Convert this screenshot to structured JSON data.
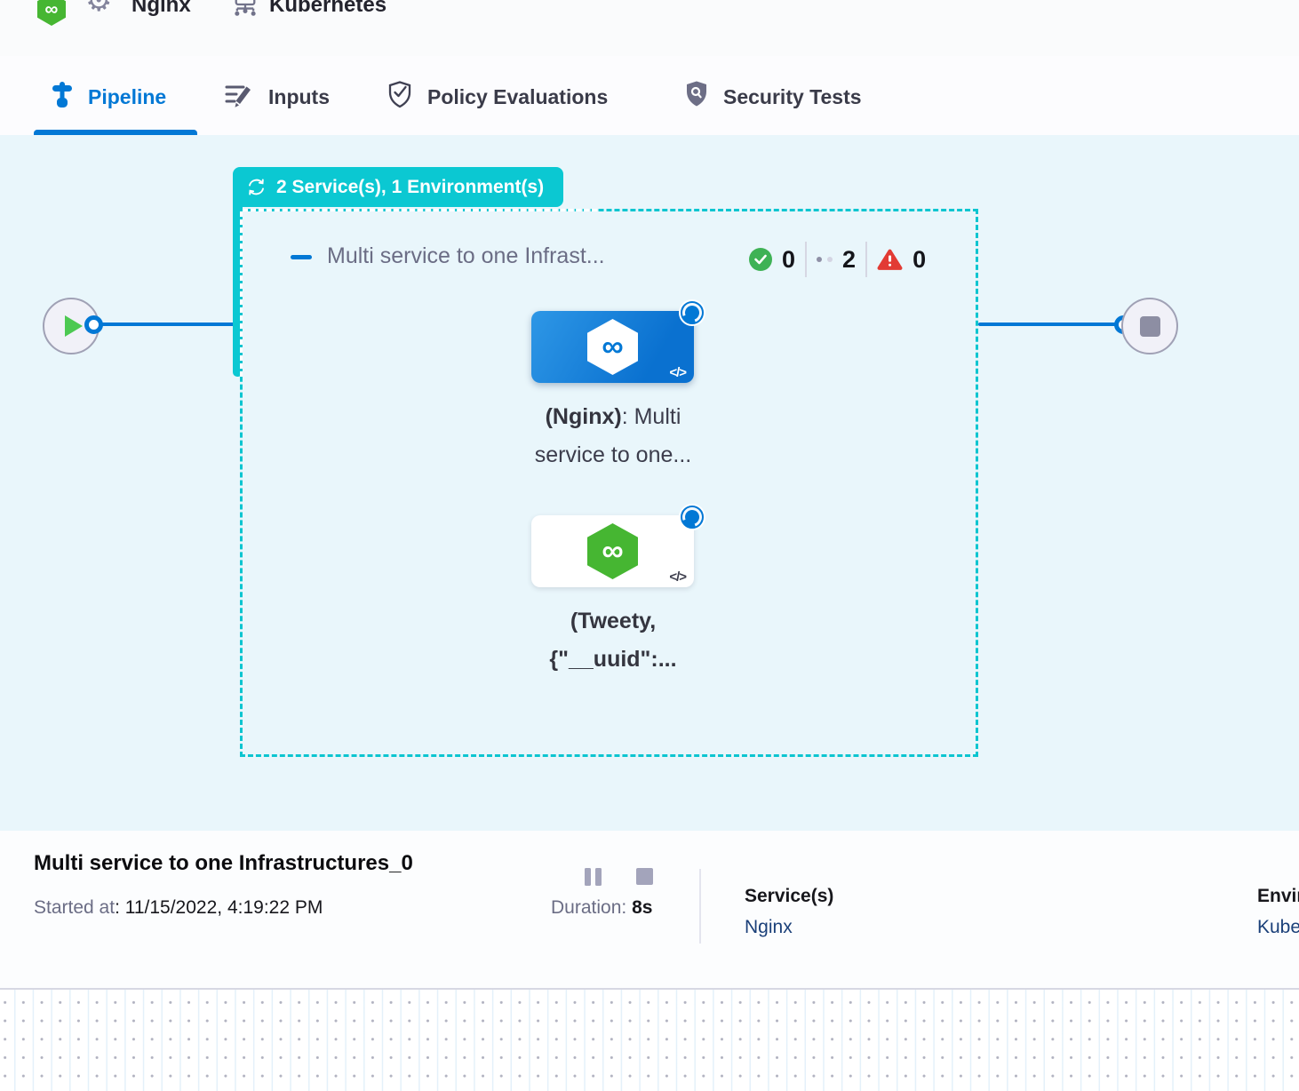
{
  "colors": {
    "accent_blue": "#0278d5",
    "teal": "#0bc8d2",
    "success_green": "#3eb255",
    "error_red": "#e23b34",
    "link_navy": "#1b4079",
    "canvas_bg": "#e9f6fb"
  },
  "icons": {
    "infinity": "∞",
    "gear": "⚙",
    "code": "</>"
  },
  "header": {
    "pipeline_name": "Nginx",
    "environment_name": "Kubernetes"
  },
  "tabs": [
    {
      "label": "Pipeline",
      "active": true
    },
    {
      "label": "Inputs",
      "active": false
    },
    {
      "label": "Policy Evaluations",
      "active": false
    },
    {
      "label": "Security Tests",
      "active": false
    }
  ],
  "canvas": {
    "group_badge": "2 Service(s), 1 Environment(s)",
    "stage": {
      "title": "Multi service to one Infrast...",
      "success_count": "0",
      "running_count": "2",
      "error_count": "0"
    },
    "nodes": [
      {
        "label_bold": "(Nginx)",
        "label_rest": ": Multi",
        "label_line2": "service to one..."
      },
      {
        "label_bold": "(Tweety,",
        "label_line2": "{\"__uuid\":..."
      }
    ]
  },
  "footer": {
    "title": "Multi service to one Infrastructures_0",
    "started_label": "Started at",
    "started_value": ": 11/15/2022, 4:19:22 PM",
    "duration_label": "Duration:",
    "duration_value": "8s",
    "services_label": "Service(s)",
    "services_value": "Nginx",
    "environments_label": "Environment(s)",
    "environments_value": "Kubernetes"
  }
}
